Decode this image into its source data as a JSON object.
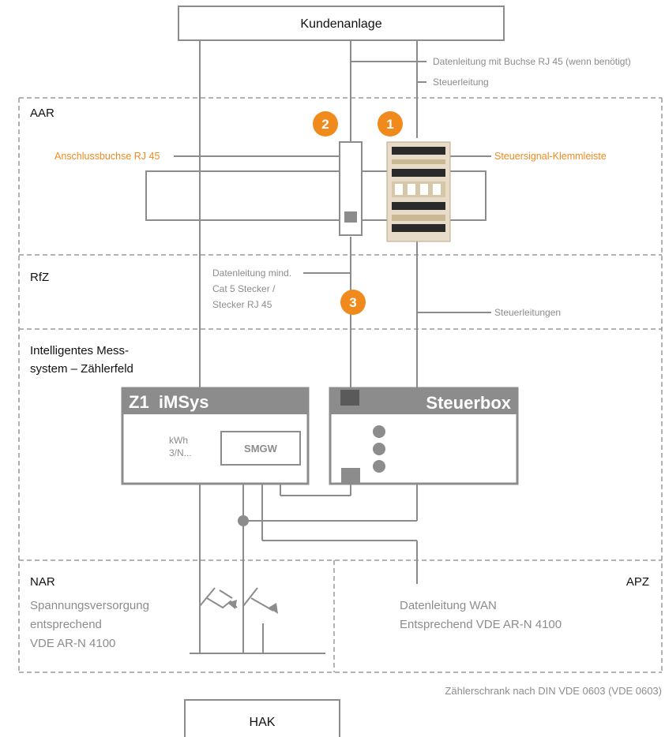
{
  "customer_system": "Kundenanlage",
  "data_line_label": "Datenleitung mit Buchse RJ 45 (wenn benötigt)",
  "control_line_label": "Steuerleitung",
  "zones": {
    "aar": "AAR",
    "rfz": "RfZ",
    "meter_field_line1": "Intelligentes Mess-",
    "meter_field_line2": "system – Zählerfeld",
    "nar": "NAR",
    "apz": "APZ"
  },
  "callouts": {
    "rj45_socket": "Anschlussbuchse RJ 45",
    "terminal_strip": "Steuersignal-Klemmleiste",
    "data_min_line1": "Datenleitung mind.",
    "data_min_line2": "Cat 5 Stecker /",
    "data_min_line3": "Stecker RJ 45",
    "control_lines": "Steuerleitungen"
  },
  "badges": [
    "1",
    "2",
    "3"
  ],
  "devices": {
    "meter_title": "Z1  iMSys",
    "meter_unit_line1": "kWh",
    "meter_unit_line2": "3/N...",
    "gateway": "SMGW",
    "control_box_title": "Steuerbox"
  },
  "bottom": {
    "power_line1": "Spannungsversorgung",
    "power_line2": "entsprechend",
    "power_line3": "VDE AR-N 4100",
    "wan_line1": "Datenleitung WAN",
    "wan_line2": "Entsprechend VDE AR-N 4100",
    "cabinet_note": "Zählerschrank nach DIN VDE 0603 (VDE 0603)",
    "hak": "HAK"
  },
  "colors": {
    "accent": "#f08a1c",
    "line": "#8c8c8c",
    "device_fill": "#8c8c8c"
  }
}
